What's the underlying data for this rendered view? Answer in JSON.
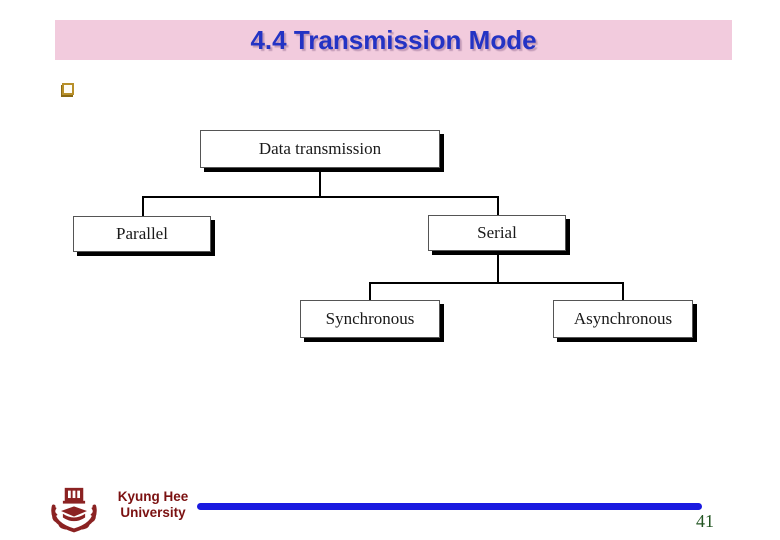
{
  "title_bar": {
    "text": "4.4 Transmission Mode",
    "bg_color": "#F2CBDD",
    "text_color": "#2333C4"
  },
  "bullet": {
    "icon": "square-outline-bullet",
    "color": "#B8902A"
  },
  "diagram": {
    "type": "tree",
    "nodes": {
      "root": "Data transmission",
      "left": "Parallel",
      "right": "Serial",
      "right_child1": "Synchronous",
      "right_child2": "Asynchronous"
    },
    "edges": [
      [
        "Data transmission",
        "Parallel"
      ],
      [
        "Data transmission",
        "Serial"
      ],
      [
        "Serial",
        "Synchronous"
      ],
      [
        "Serial",
        "Asynchronous"
      ]
    ]
  },
  "footer": {
    "logo": "kyung-hee-university-emblem",
    "org_line1": "Kyung Hee",
    "org_line2": "University",
    "divider_color": "#1A1AE0",
    "page_number": "41",
    "page_number_color": "#225522"
  }
}
